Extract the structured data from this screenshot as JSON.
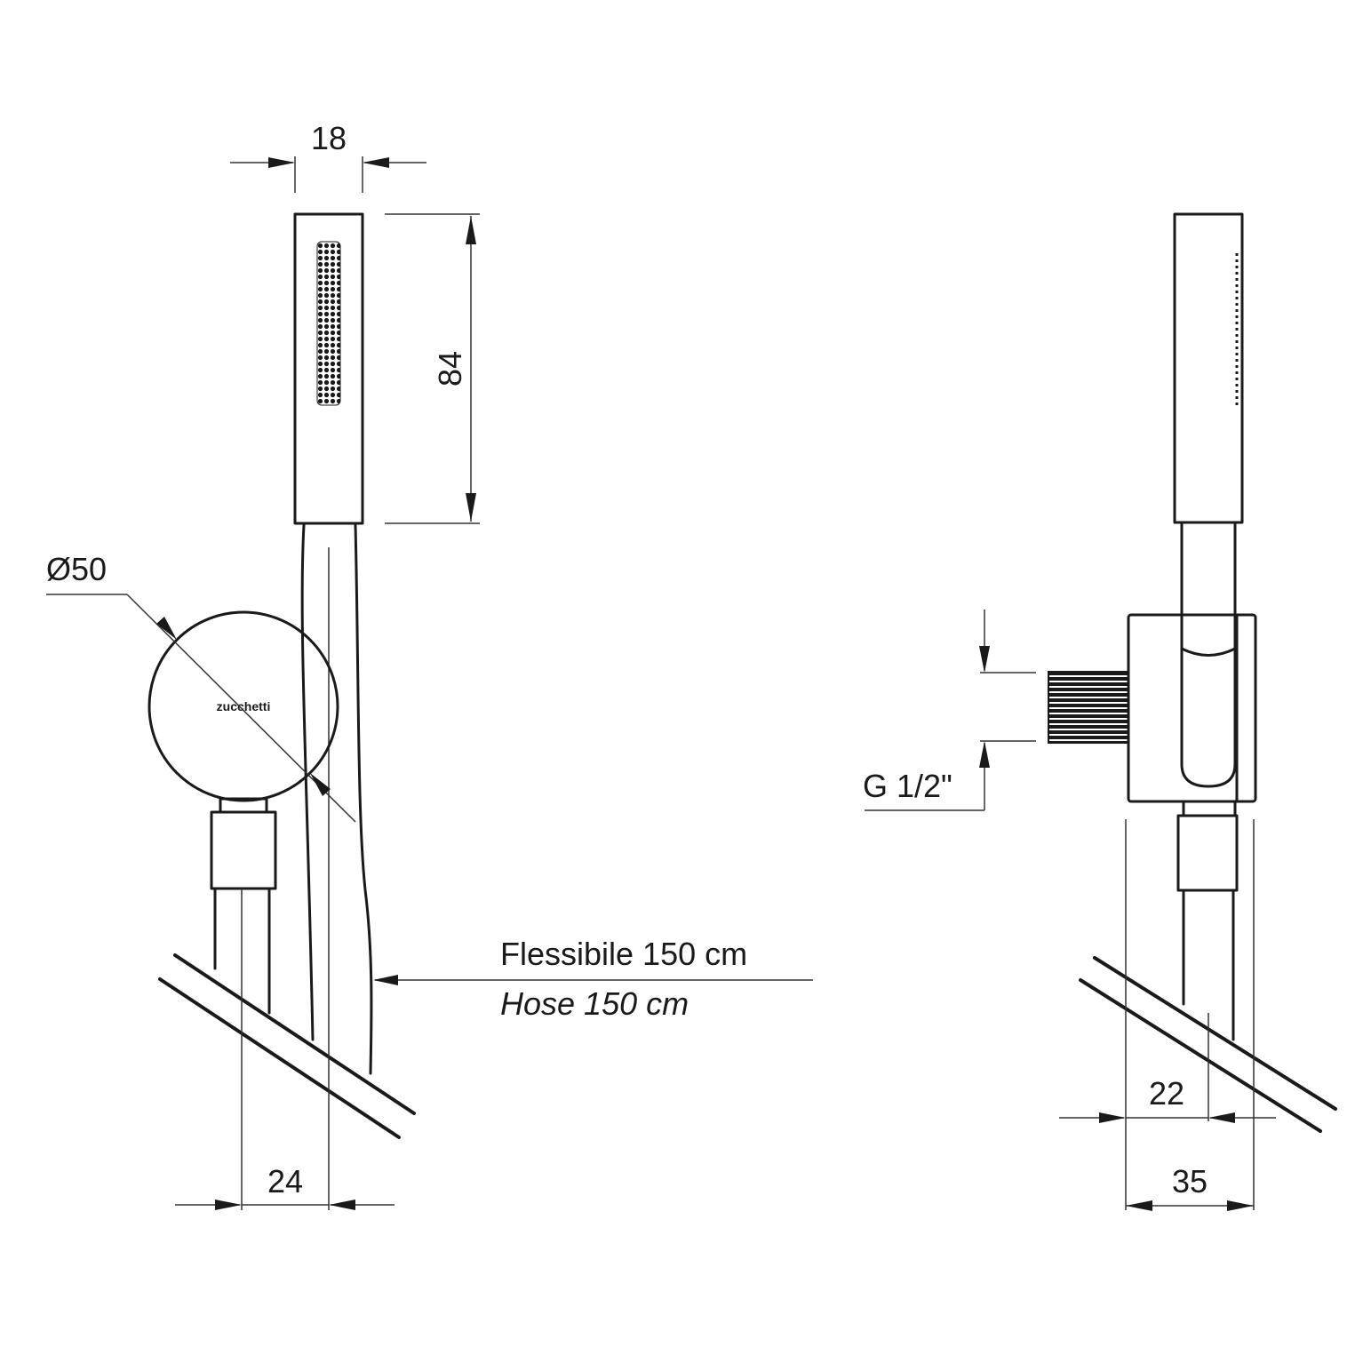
{
  "dimensions": {
    "handle_width": "18",
    "handle_height": "84",
    "flange_diameter": "Ø50",
    "hose_offset": "24",
    "thread": "G 1/2\"",
    "outlet_diameter": "22",
    "depth": "35"
  },
  "hose_label": {
    "italian": "Flessibile 150 cm",
    "english": "Hose 150 cm"
  },
  "logo_text": "zucchetti"
}
